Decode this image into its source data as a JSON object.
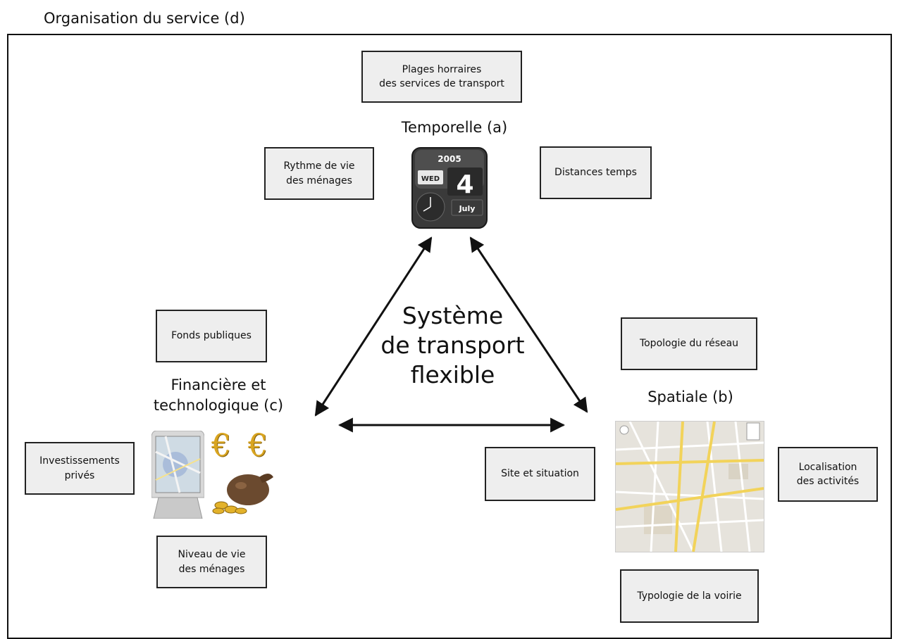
{
  "header": {
    "title": "Organisation du service (d)"
  },
  "center": {
    "line1": "Système",
    "line2": "de transport",
    "line3": "flexible"
  },
  "poles": {
    "temporelle": "Temporelle (a)",
    "spatiale": "Spatiale (b)",
    "financiere_line1": "Financière et",
    "financiere_line2": "technologique (c)"
  },
  "boxes": {
    "plages_line1": "Plages horraires",
    "plages_line2": "des services de transport",
    "rythme_line1": "Rythme de vie",
    "rythme_line2": "des ménages",
    "distances": "Distances temps",
    "fonds": "Fonds publiques",
    "investissements_line1": "Investissements",
    "investissements_line2": "privés",
    "niveau_line1": "Niveau de vie",
    "niveau_line2": "des ménages",
    "topologie": "Topologie du réseau",
    "site": "Site et situation",
    "localisation_line1": "Localisation",
    "localisation_line2": "des activités",
    "typologie": "Typologie de la voirie"
  },
  "calendar": {
    "year": "2005",
    "weekday": "WED",
    "day": "4",
    "month": "July"
  },
  "euro_symbol": "€",
  "colors": {
    "box_bg": "#eeeeee",
    "border": "#222222",
    "map_road": "#f2d35a",
    "map_bg": "#e6e3dc"
  }
}
